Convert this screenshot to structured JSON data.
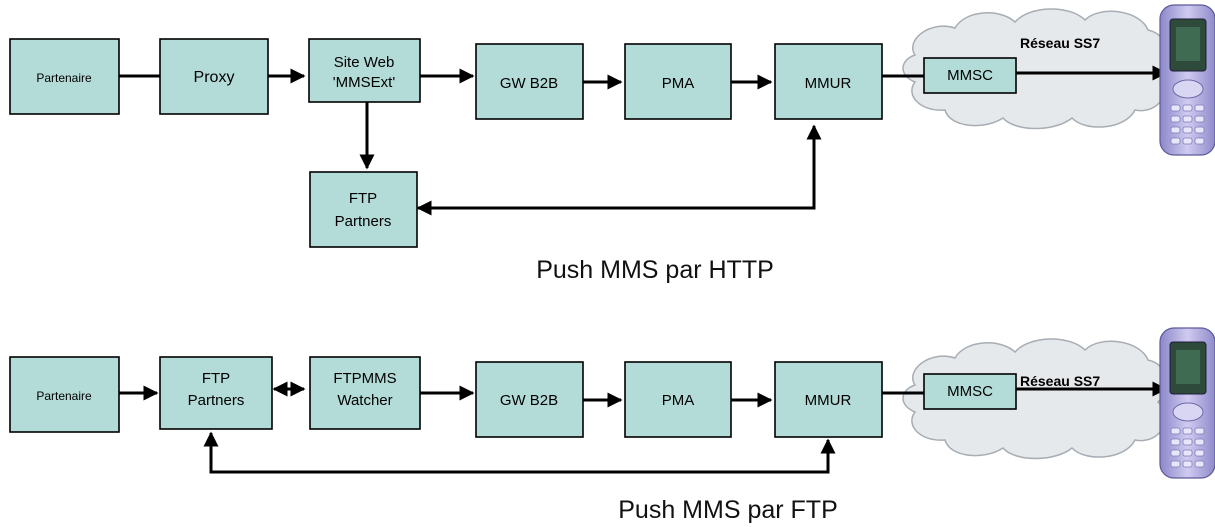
{
  "diagrams": [
    {
      "caption": "Push MMS par HTTP",
      "network_label": "Réseau SS7",
      "nodes": {
        "partenaire": [
          "Partenaire"
        ],
        "proxy": [
          "Proxy"
        ],
        "site_web": [
          "Site Web",
          "'MMSExt'"
        ],
        "gw_b2b": [
          "GW B2B"
        ],
        "pma": [
          "PMA"
        ],
        "mmur": [
          "MMUR"
        ],
        "ftp_partners": [
          "FTP",
          "Partners"
        ],
        "mmsc": [
          "MMSC"
        ]
      }
    },
    {
      "caption": "Push MMS par FTP",
      "network_label": "Réseau SS7",
      "nodes": {
        "partenaire": [
          "Partenaire"
        ],
        "ftp_partners": [
          "FTP",
          "Partners"
        ],
        "ftpmms_watcher": [
          "FTPMMS",
          "Watcher"
        ],
        "gw_b2b": [
          "GW B2B"
        ],
        "pma": [
          "PMA"
        ],
        "mmur": [
          "MMUR"
        ],
        "mmsc": [
          "MMSC"
        ]
      }
    }
  ],
  "colors": {
    "box_fill": "#b3dcd8",
    "cloud_fill": "#e6e9ec",
    "phone_body": "#b7b3e0"
  },
  "icons": [
    "cloud-icon",
    "mobile-phone-icon"
  ]
}
